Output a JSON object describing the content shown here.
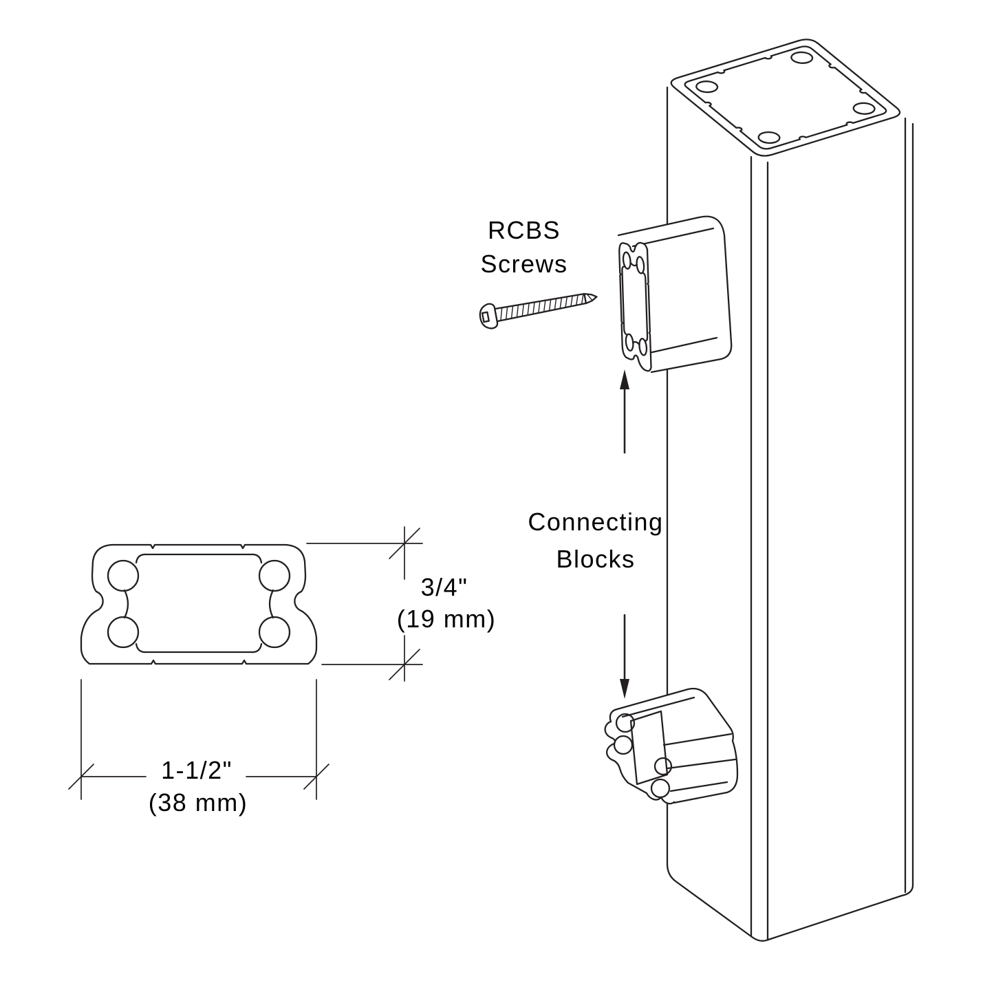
{
  "colors": {
    "background": "#ffffff",
    "line": "#231f20"
  },
  "labels": {
    "screws_line1": "RCBS",
    "screws_line2": "Screws",
    "blocks_line1": "Connecting",
    "blocks_line2": "Blocks"
  },
  "dimensions": {
    "height_in": "3/4\"",
    "height_mm": "(19 mm)",
    "width_in": "1-1/2\"",
    "width_mm": "(38 mm)"
  }
}
